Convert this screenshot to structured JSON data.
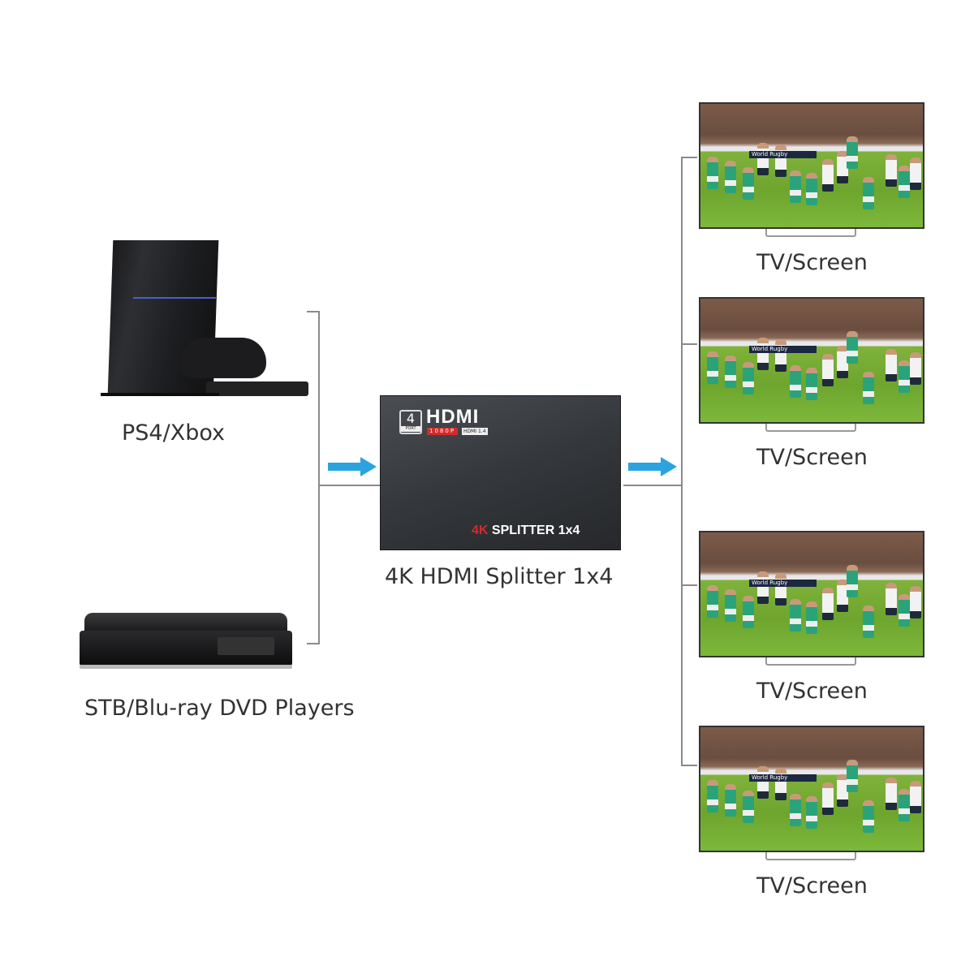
{
  "sources": [
    {
      "label": "PS4/Xbox",
      "icon": "game-console-icon"
    },
    {
      "label": "STB/Blu-ray DVD Players",
      "icon": "bluray-player-icon"
    }
  ],
  "splitter": {
    "label": "4K HDMI Splitter 1x4",
    "badge_number": "4",
    "badge_port": "PORT",
    "brand": "HDMI",
    "resolution_tag": "1080P",
    "version_tag": "HDMI 1.4",
    "front_text_accent": "4K",
    "front_text": "SPLITTER 1x4",
    "accent_color": "#d42a2a"
  },
  "outputs": [
    {
      "label": "TV/Screen"
    },
    {
      "label": "TV/Screen"
    },
    {
      "label": "TV/Screen"
    },
    {
      "label": "TV/Screen"
    }
  ],
  "screen_banner": "World Rugby",
  "arrow_color": "#2ba3e0"
}
